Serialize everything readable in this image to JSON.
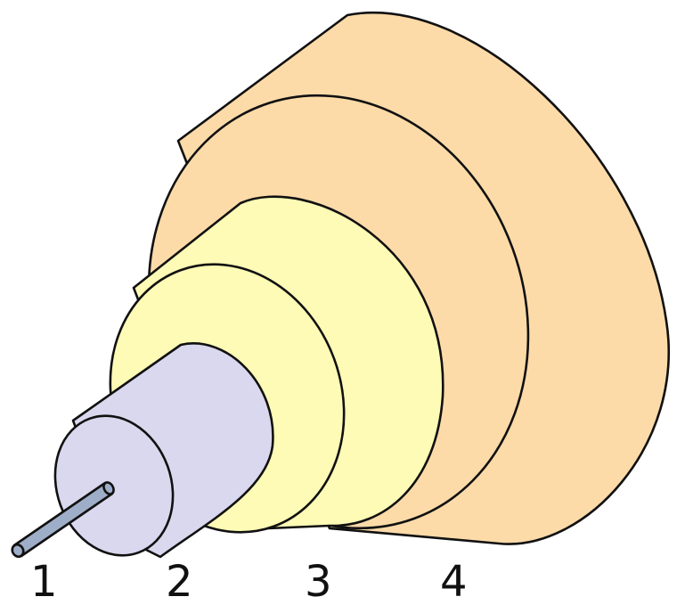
{
  "diagram": {
    "labels": [
      "1",
      "2",
      "3",
      "4"
    ]
  },
  "colors": {
    "jacket": "#FDDBA9",
    "buffer": "#FEFBB6",
    "cladding": "#DAD8EE",
    "core": "#9FAEC8",
    "outline": "#111111",
    "background": "#FFFFFF"
  }
}
